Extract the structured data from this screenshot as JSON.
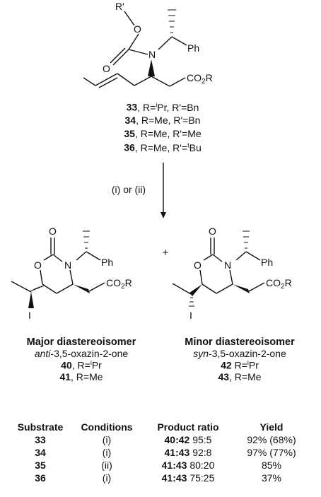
{
  "substrate": {
    "atoms": {
      "r_prime": "R'",
      "o": "O",
      "n": "N",
      "ph": "Ph",
      "co2r": "CO2R"
    },
    "compounds": [
      {
        "num": "33",
        "text": ", R=iPr, R'=Bn"
      },
      {
        "num": "34",
        "text": ",  R=Me, R'=Bn"
      },
      {
        "num": "35",
        "text": ", R=Me, R'=Me"
      },
      {
        "num": "36",
        "text": ", R=Me, R'=tBu"
      }
    ]
  },
  "reaction": {
    "conditions": "(i) or (ii)"
  },
  "products": {
    "plus": "+",
    "atoms": {
      "o": "O",
      "n": "N",
      "ph": "Ph",
      "co2r": "CO2R",
      "i": "I"
    },
    "major": {
      "title": "Major diastereoisomer",
      "subtitle": "anti-3,5-oxazin-2-one",
      "compounds": [
        {
          "num": "40",
          "text": ", R=iPr"
        },
        {
          "num": "41",
          "text": ", R=Me"
        }
      ]
    },
    "minor": {
      "title": "Minor diastereoisomer",
      "subtitle": "syn-3,5-oxazin-2-one",
      "compounds": [
        {
          "num": "42",
          "text": " R=iPr"
        },
        {
          "num": "43",
          "text": ", R=Me"
        }
      ]
    }
  },
  "table": {
    "headers": [
      "Substrate",
      "Conditions",
      "Product ratio",
      "Yield"
    ],
    "rows": [
      {
        "substrate": "33",
        "conditions": "(i)",
        "pair": "40:42",
        "ratio": "95:5",
        "yield": "92% (68%)"
      },
      {
        "substrate": "34",
        "conditions": "(i)",
        "pair": "41:43",
        "ratio": "92:8",
        "yield": "97% (77%)"
      },
      {
        "substrate": "35",
        "conditions": "(ii)",
        "pair": "41:43",
        "ratio": "80:20",
        "yield": "85%"
      },
      {
        "substrate": "36",
        "conditions": "(i)",
        "pair": "41:43",
        "ratio": "75:25",
        "yield": "37%"
      }
    ]
  }
}
